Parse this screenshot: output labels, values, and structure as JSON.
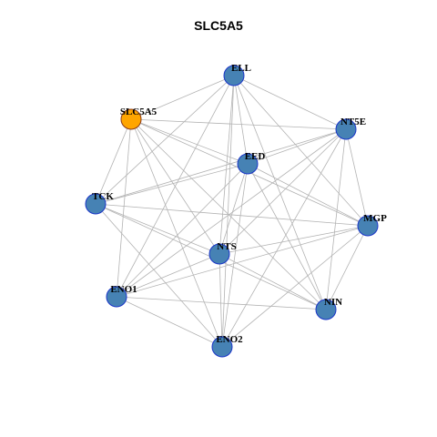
{
  "title": "SLC5A5",
  "colors": {
    "node_fill": "#4682b4",
    "node_stroke": "#1a35c8",
    "highlight_fill": "#ffa500",
    "highlight_stroke": "#8b3a1a",
    "edge": "#b3b3b3"
  },
  "nodes": [
    {
      "id": "ELL",
      "label": "ELL",
      "highlight": false
    },
    {
      "id": "SLC5A5",
      "label": "SLC5A5",
      "highlight": true
    },
    {
      "id": "NT5E",
      "label": "NT5E",
      "highlight": false
    },
    {
      "id": "EED",
      "label": "EED",
      "highlight": false
    },
    {
      "id": "TCK",
      "label": "TCK",
      "highlight": false
    },
    {
      "id": "MGP",
      "label": "MGP",
      "highlight": false
    },
    {
      "id": "NTS",
      "label": "NTS",
      "highlight": false
    },
    {
      "id": "ENO1",
      "label": "ENO1",
      "highlight": false
    },
    {
      "id": "NIN",
      "label": "NIN",
      "highlight": false
    },
    {
      "id": "ENO2",
      "label": "ENO2",
      "highlight": false
    }
  ],
  "edges": [
    [
      "ELL",
      "SLC5A5"
    ],
    [
      "ELL",
      "NT5E"
    ],
    [
      "ELL",
      "EED"
    ],
    [
      "ELL",
      "TCK"
    ],
    [
      "ELL",
      "MGP"
    ],
    [
      "ELL",
      "NTS"
    ],
    [
      "ELL",
      "ENO1"
    ],
    [
      "ELL",
      "NIN"
    ],
    [
      "ELL",
      "ENO2"
    ],
    [
      "SLC5A5",
      "NT5E"
    ],
    [
      "SLC5A5",
      "EED"
    ],
    [
      "SLC5A5",
      "TCK"
    ],
    [
      "SLC5A5",
      "MGP"
    ],
    [
      "SLC5A5",
      "NTS"
    ],
    [
      "SLC5A5",
      "ENO1"
    ],
    [
      "SLC5A5",
      "NIN"
    ],
    [
      "SLC5A5",
      "ENO2"
    ],
    [
      "NT5E",
      "EED"
    ],
    [
      "NT5E",
      "TCK"
    ],
    [
      "NT5E",
      "MGP"
    ],
    [
      "NT5E",
      "NTS"
    ],
    [
      "NT5E",
      "ENO1"
    ],
    [
      "NT5E",
      "NIN"
    ],
    [
      "NT5E",
      "ENO2"
    ],
    [
      "EED",
      "TCK"
    ],
    [
      "EED",
      "MGP"
    ],
    [
      "EED",
      "NTS"
    ],
    [
      "EED",
      "ENO1"
    ],
    [
      "EED",
      "NIN"
    ],
    [
      "EED",
      "ENO2"
    ],
    [
      "TCK",
      "MGP"
    ],
    [
      "TCK",
      "NTS"
    ],
    [
      "TCK",
      "NIN"
    ],
    [
      "TCK",
      "ENO2"
    ],
    [
      "MGP",
      "NTS"
    ],
    [
      "MGP",
      "ENO1"
    ],
    [
      "MGP",
      "NIN"
    ],
    [
      "MGP",
      "ENO2"
    ],
    [
      "NTS",
      "ENO1"
    ],
    [
      "NTS",
      "NIN"
    ],
    [
      "NTS",
      "ENO2"
    ],
    [
      "ENO1",
      "NIN"
    ],
    [
      "ENO1",
      "ENO2"
    ]
  ]
}
